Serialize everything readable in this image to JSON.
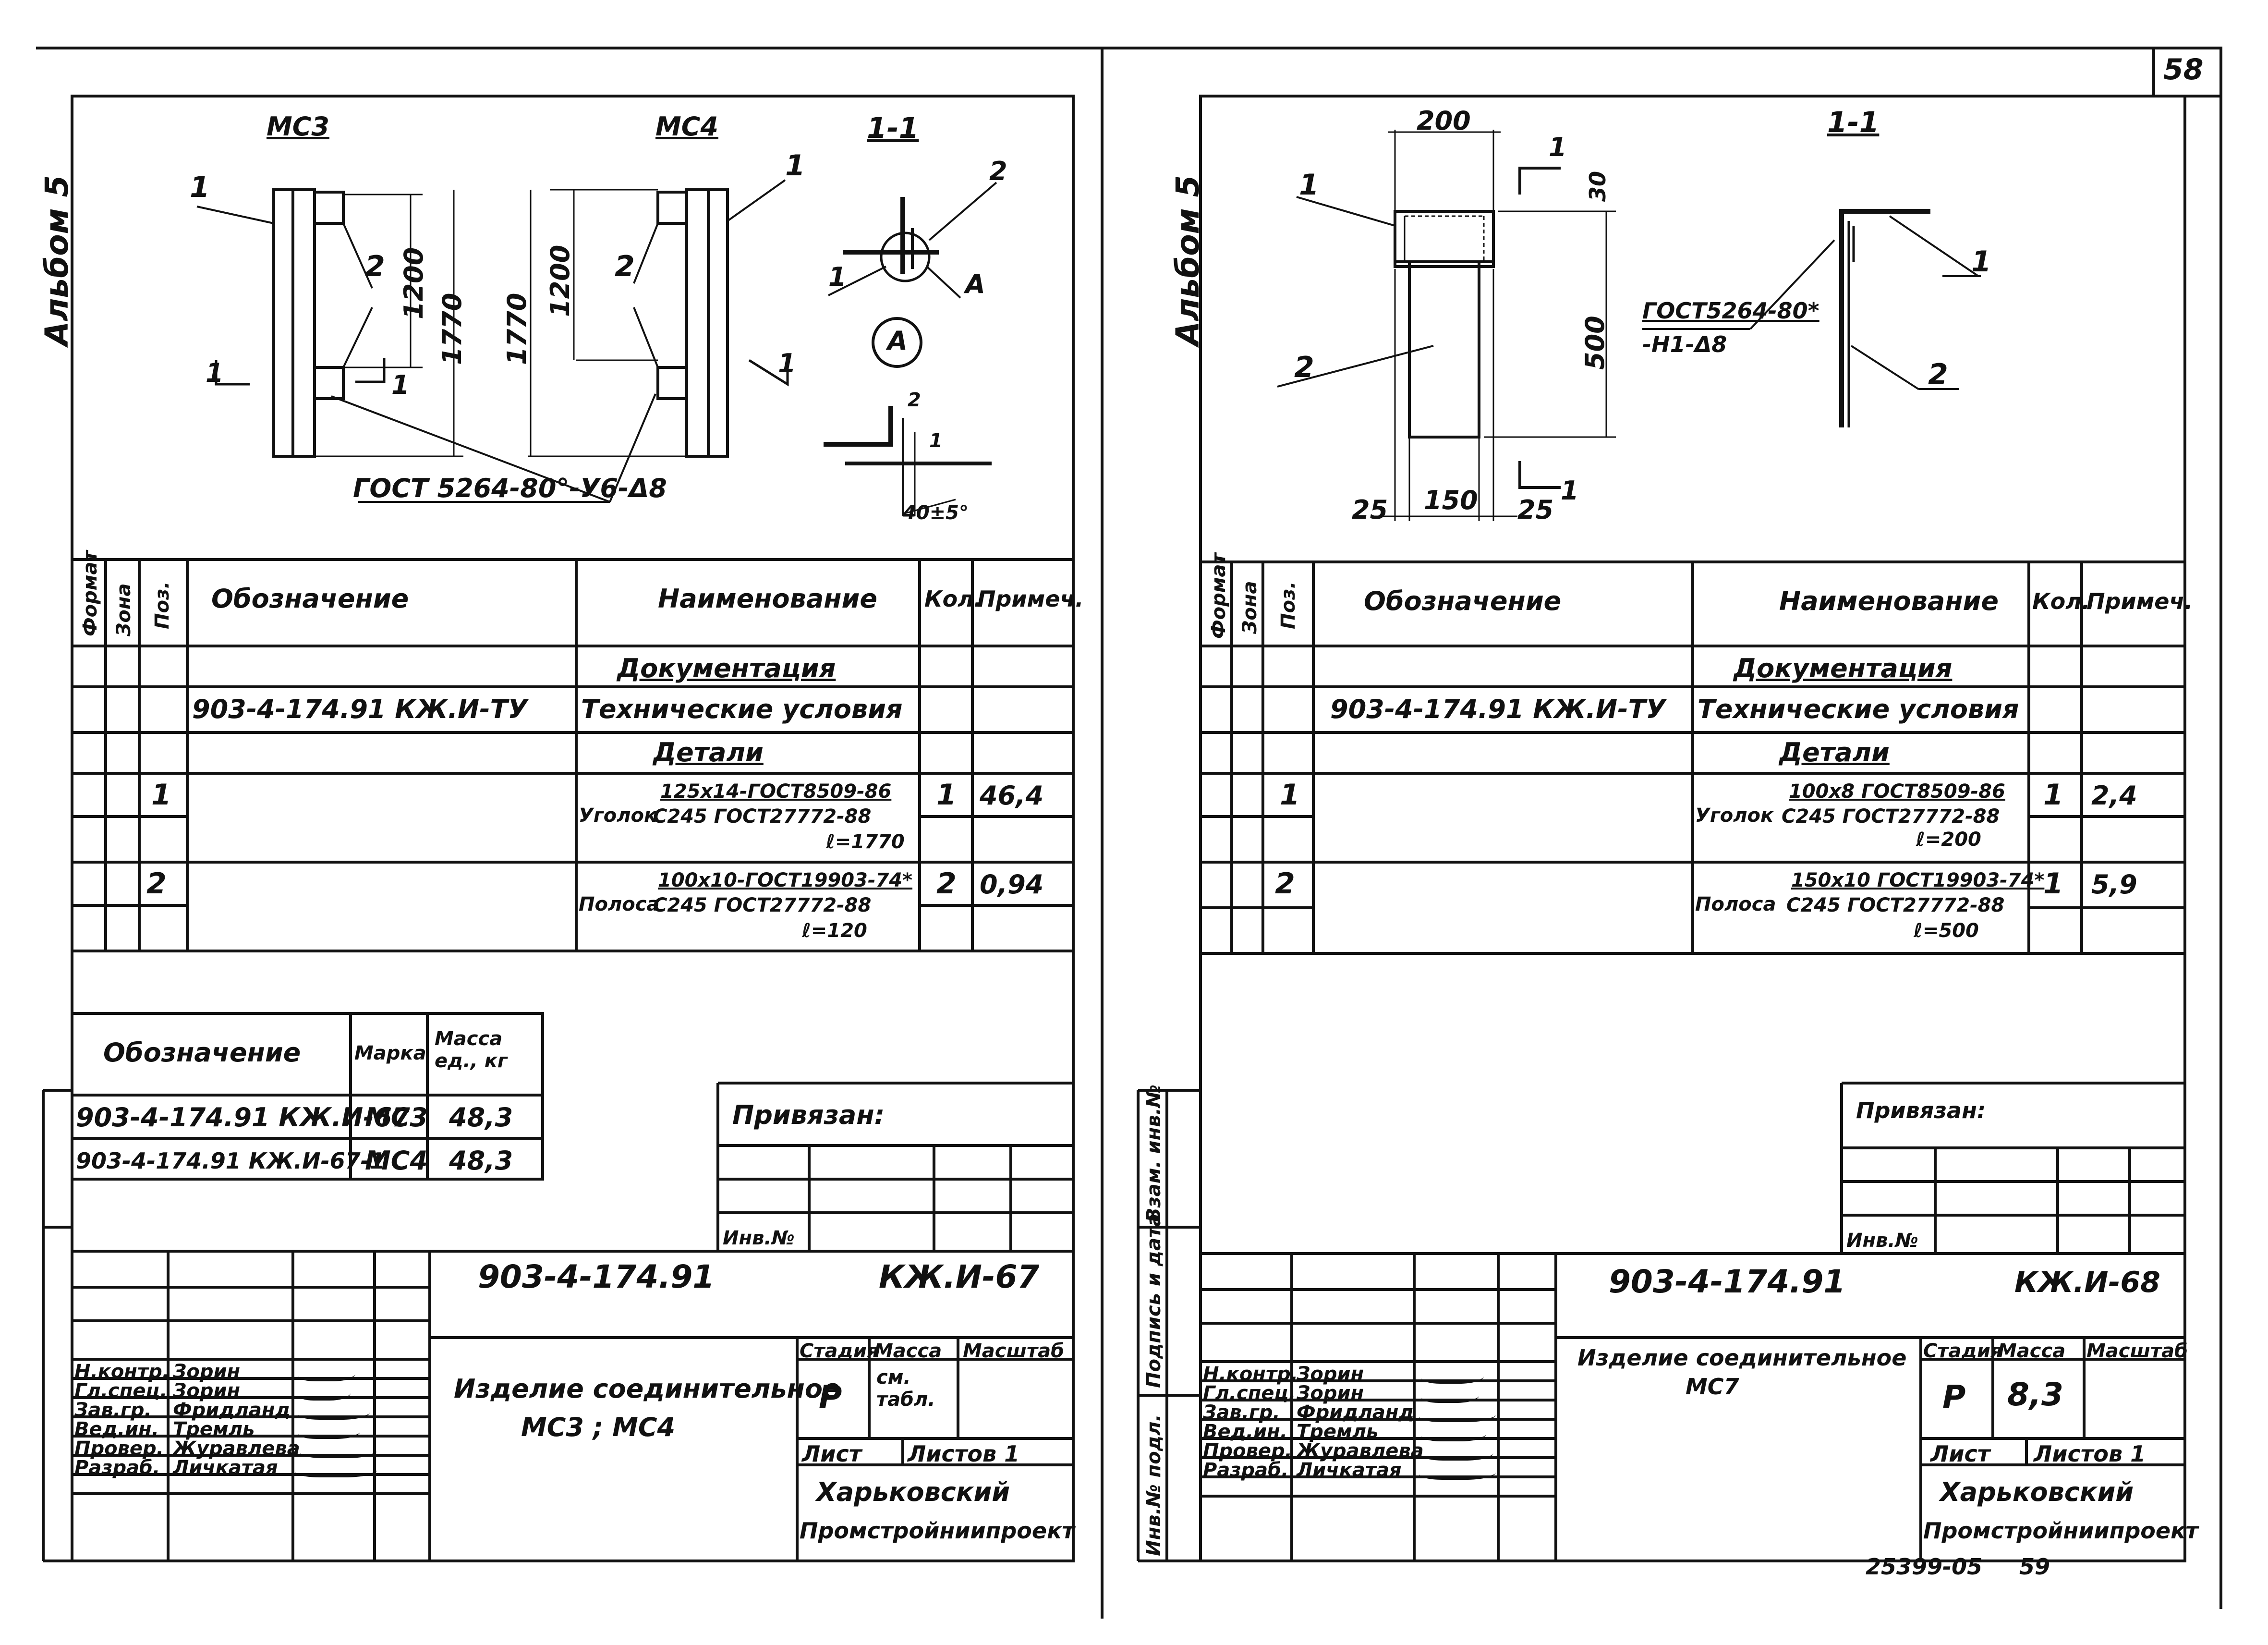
{
  "page_number": "58",
  "footer": {
    "code": "25399-05",
    "number": "59"
  },
  "left_sheet": {
    "album": "Альбом 5",
    "drawing": {
      "title_mc3": "МС3",
      "title_mc4": "МС4",
      "title_section": "1-1",
      "callout_1": "1",
      "callout_2": "2",
      "dim_1200": "1200",
      "dim_1770": "1770",
      "section_mark": "1",
      "detail_a": "А",
      "weld_note": "ГОСТ 5264-80°-У6-Δ8",
      "angle_note": "40±5°"
    },
    "spec": {
      "headers": {
        "format": "Формат",
        "zone": "Зона",
        "pos": "Поз.",
        "designation": "Обозначение",
        "name": "Наименование",
        "qty": "Кол.",
        "note": "Примеч."
      },
      "section_docs": "Документация",
      "doc_designation": "903-4-174.91  КЖ.И-ТУ",
      "doc_name": "Технические условия",
      "section_parts": "Детали",
      "rows": [
        {
          "pos": "1",
          "prefix": "Уголок",
          "line1": "125x14-ГОСТ8509-86",
          "line2": "С245 ГОСТ27772-88",
          "line3": "ℓ=1770",
          "qty": "1",
          "note": "46,4"
        },
        {
          "pos": "2",
          "prefix": "Полоса",
          "line1": "100x10-ГОСТ19903-74*",
          "line2": "С245 ГОСТ27772-88",
          "line3": "ℓ=120",
          "qty": "2",
          "note": "0,94"
        }
      ]
    },
    "variants": {
      "headers": {
        "designation": "Обозначение",
        "mark": "Марка",
        "mass": "Масса ед., кг"
      },
      "rows": [
        {
          "designation": "903-4-174.91 КЖ.И-67",
          "mark": "МС3",
          "mass": "48,3"
        },
        {
          "designation": "903-4-174.91 КЖ.И-67-1",
          "mark": "МС4",
          "mass": "48,3"
        }
      ]
    },
    "privyazan": {
      "label": "Привязан:",
      "inv": "Инв.№"
    },
    "title_block": {
      "project": "903-4-174.91",
      "code": "КЖ.И-67",
      "title": "Изделие соединительное",
      "subtitle": "МС3 ; МС4",
      "stage_label": "Стадия",
      "mass_label": "Масса",
      "scale_label": "Масштаб",
      "stage": "Р",
      "mass": "см. табл.",
      "sheet_label": "Лист",
      "sheets_label": "Листов 1",
      "org_line1": "Харьковский",
      "org_line2": "Промстройниипроект",
      "people": [
        {
          "role": "Н.контр.",
          "name": "Зорин"
        },
        {
          "role": "Гл.спец.",
          "name": "Зорин"
        },
        {
          "role": "Зав.гр.",
          "name": "Фридланд"
        },
        {
          "role": "Вед.ин.",
          "name": "Тремль"
        },
        {
          "role": "Провер.",
          "name": "Журавлева"
        },
        {
          "role": "Разраб.",
          "name": "Личкатая"
        }
      ]
    }
  },
  "right_sheet": {
    "album": "Альбом 5",
    "drawing": {
      "title_section": "1-1",
      "dim_200": "200",
      "dim_30": "30",
      "dim_500": "500",
      "dim_25a": "25",
      "dim_150": "150",
      "dim_25b": "25",
      "callout_1": "1",
      "callout_2": "2",
      "weld_line1": "ГОСТ5264-80*",
      "weld_line2": "-Н1-Δ8",
      "section_mark": "1"
    },
    "spec": {
      "headers": {
        "format": "Формат",
        "zone": "Зона",
        "pos": "Поз.",
        "designation": "Обозначение",
        "name": "Наименование",
        "qty": "Кол.",
        "note": "Примеч."
      },
      "section_docs": "Документация",
      "doc_designation": "903-4-174.91  КЖ.И-ТУ",
      "doc_name": "Технические условия",
      "section_parts": "Детали",
      "rows": [
        {
          "pos": "1",
          "prefix": "Уголок",
          "line1": "100x8 ГОСТ8509-86",
          "line2": "С245 ГОСТ27772-88",
          "line3": "ℓ=200",
          "qty": "1",
          "note": "2,4"
        },
        {
          "pos": "2",
          "prefix": "Полоса",
          "line1": "150x10 ГОСТ19903-74*",
          "line2": "С245 ГОСТ27772-88",
          "line3": "ℓ=500",
          "qty": "1",
          "note": "5,9"
        }
      ]
    },
    "side_labels": {
      "inv_orig": "Инв.№ подл.",
      "sign_date": "Подпись и дата",
      "vzam": "Взам. инв.№"
    },
    "privyazan": {
      "label": "Привязан:",
      "inv": "Инв.№"
    },
    "title_block": {
      "project": "903-4-174.91",
      "code": "КЖ.И-68",
      "title": "Изделие соединительное",
      "subtitle": "МС7",
      "stage_label": "Стадия",
      "mass_label": "Масса",
      "scale_label": "Масштаб",
      "stage": "Р",
      "mass": "8,3",
      "sheet_label": "Лист",
      "sheets_label": "Листов 1",
      "org_line1": "Харьковский",
      "org_line2": "Промстройниипроект",
      "people": [
        {
          "role": "Н.контр.",
          "name": "Зорин"
        },
        {
          "role": "Гл.спец.",
          "name": "Зорин"
        },
        {
          "role": "Зав.гр.",
          "name": "Фридланд"
        },
        {
          "role": "Вед.ин.",
          "name": "Тремль"
        },
        {
          "role": "Провер.",
          "name": "Журавлева"
        },
        {
          "role": "Разраб.",
          "name": "Личкатая"
        }
      ]
    }
  }
}
